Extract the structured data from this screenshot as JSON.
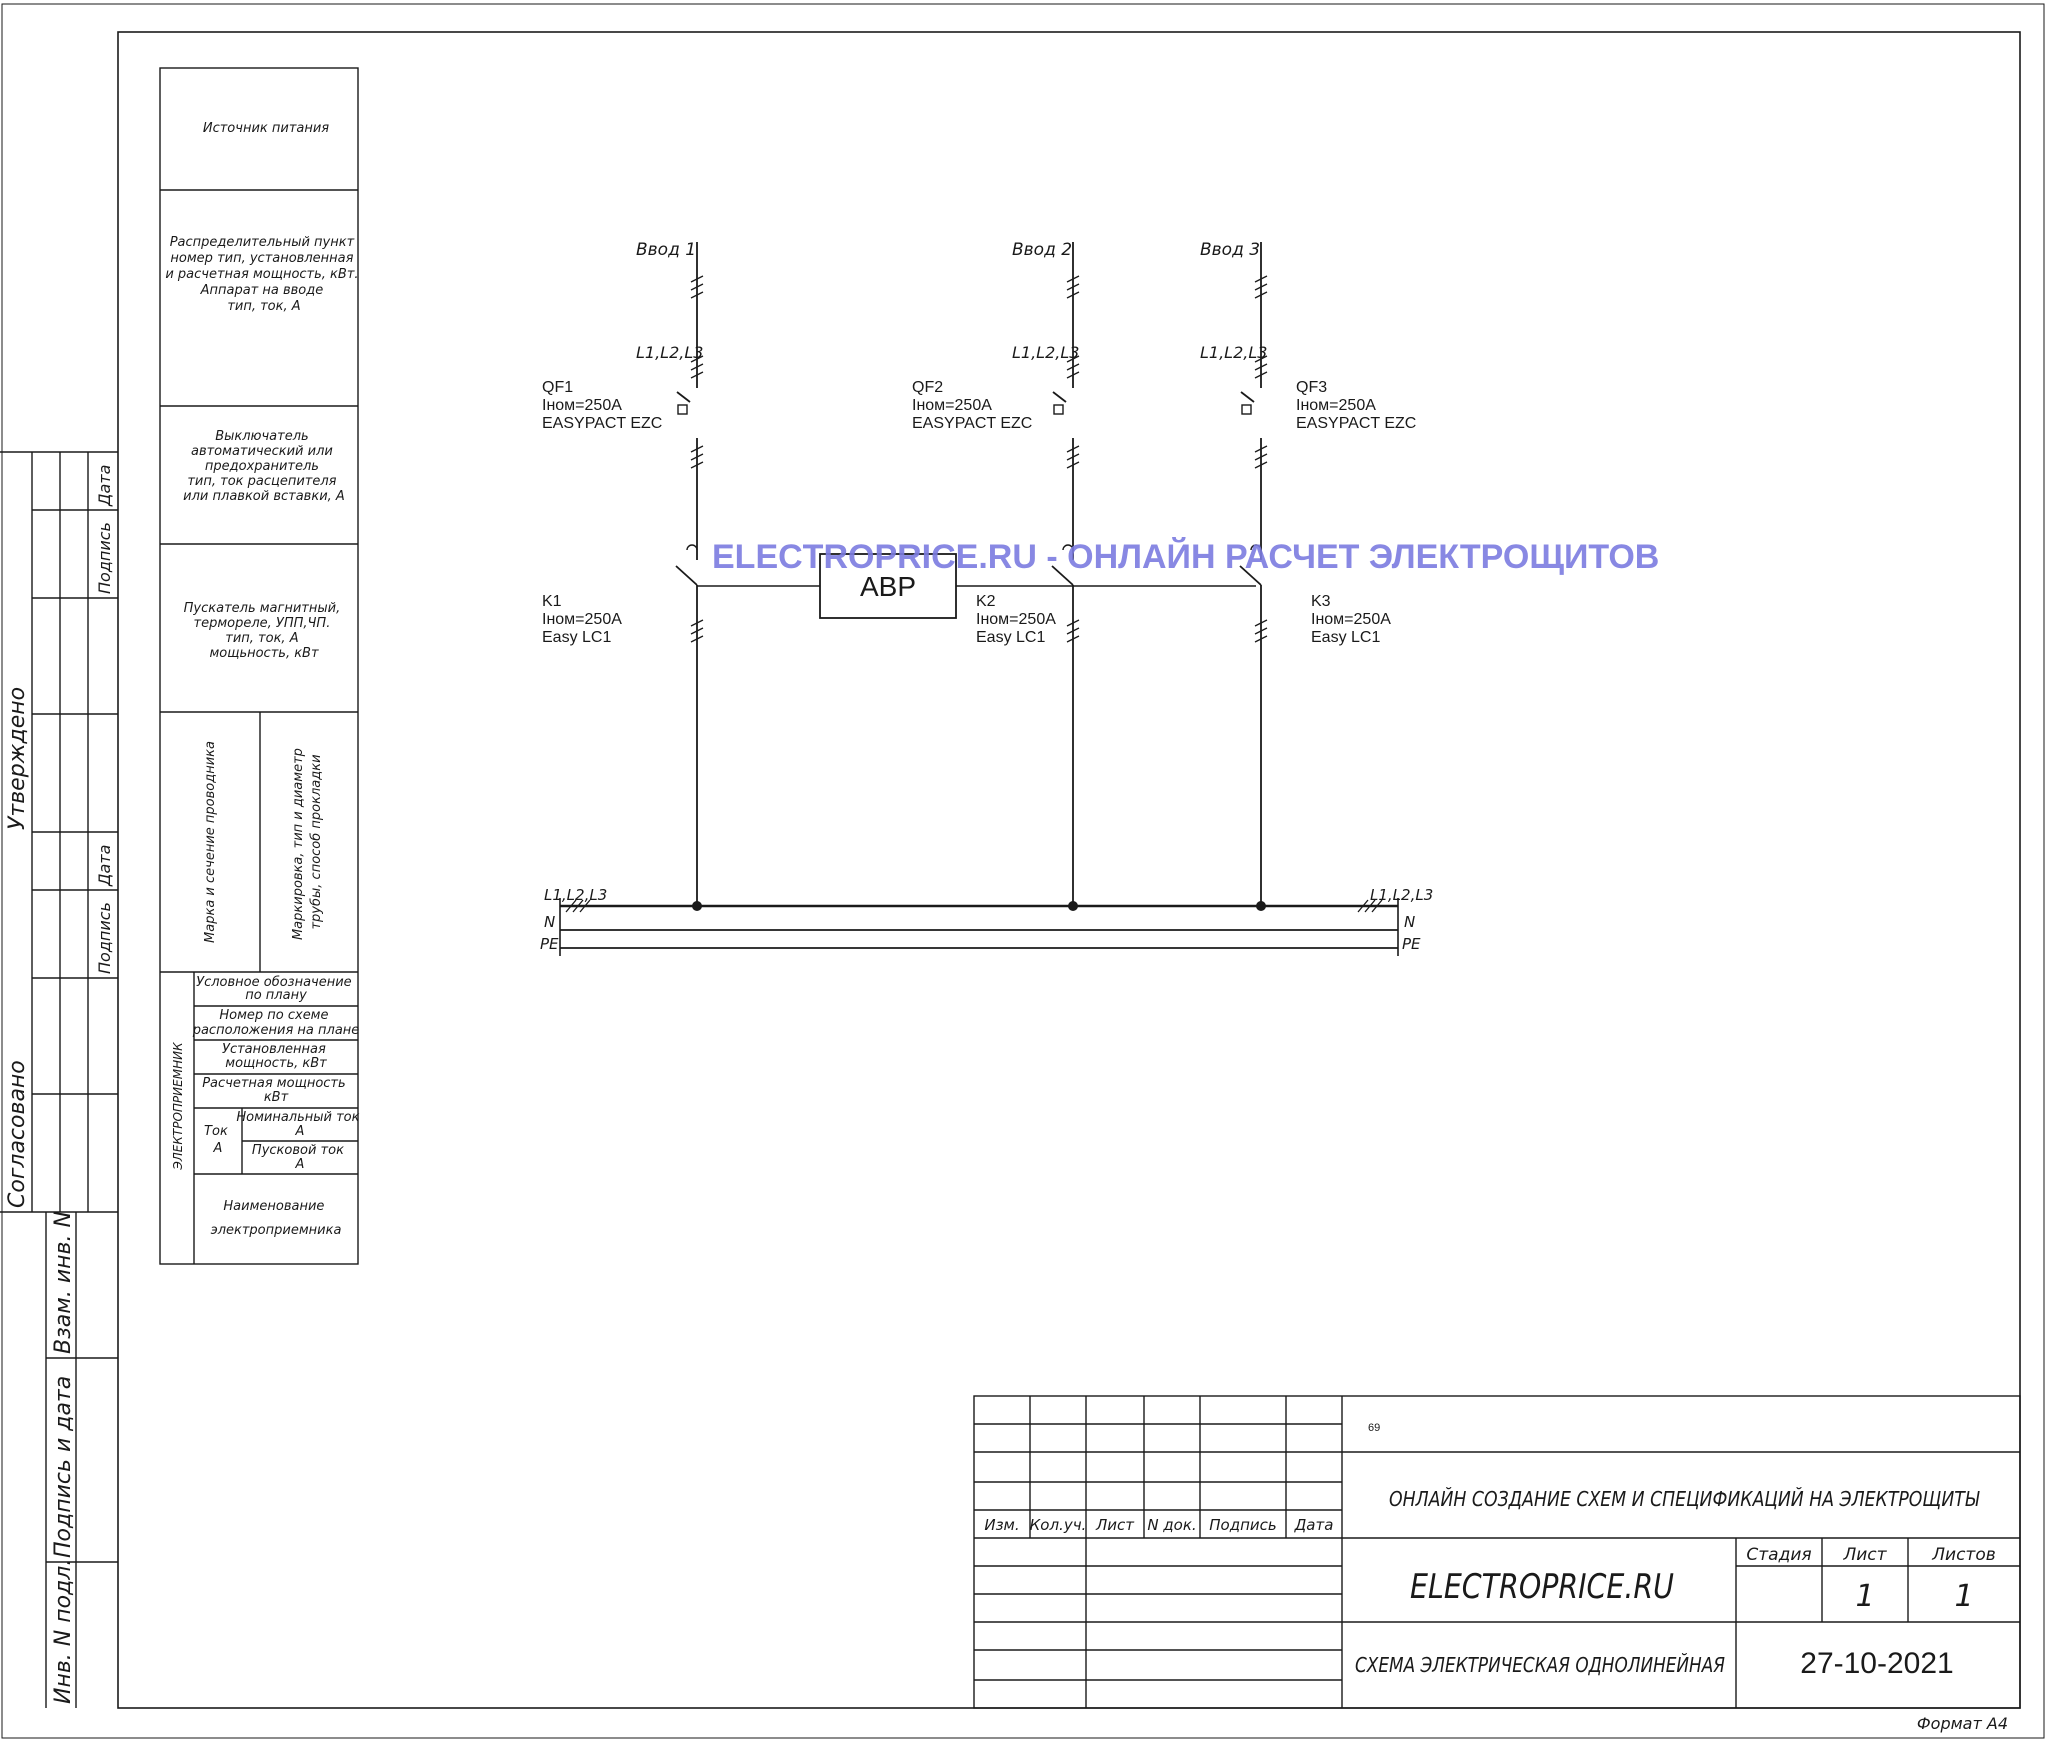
{
  "left_table": {
    "rows": [
      [
        "Источник питания"
      ],
      [
        "Распределительный пункт",
        "номер тип, установленная",
        "и расчетная мощность, кВт.",
        "Аппарат на вводе",
        "тип, ток, А"
      ],
      [
        "Выключатель",
        "автоматический или",
        "предохранитель",
        "тип, ток расцепителя",
        "или плавкой вставки, А"
      ],
      [
        "Пускатель магнитный,",
        "термореле, УПП,ЧП.",
        "тип, ток, А",
        "мощьность, кВт"
      ]
    ],
    "wire_grade": "Марка и сечение проводника",
    "wire_marking": [
      "Маркировка, тип и диаметр",
      "трубы, способ прокладки"
    ],
    "consumer_header": "ЭЛЕКТРОПРИЕМНИК",
    "consumer_rows": [
      [
        "Условное обозначение",
        "по плану"
      ],
      [
        "Номер по схеме",
        "расположения на плане"
      ],
      [
        "Установленная",
        "мощность, кВт"
      ],
      [
        "Расчетная мощность",
        "кВт"
      ]
    ],
    "current_label": [
      "Ток",
      "А"
    ],
    "nominal_current": [
      "Номинальный ток",
      "А"
    ],
    "start_current": [
      "Пусковой ток",
      "А"
    ],
    "consumer_name": [
      "Наименование",
      "электроприемника"
    ]
  },
  "side_stamp": {
    "approved": "Утверждено",
    "agreed": "Согласовано",
    "signature": "Подпись",
    "date": "Дата",
    "replace_inv": "Взам. инв. N",
    "sign_date": "Подпись и дата",
    "inv_orig": "Инв. N подл."
  },
  "inputs": [
    {
      "name": "Ввод 1",
      "phases": "L1,L2,L3",
      "breaker": "QF1",
      "breaker_current": "Iном=250А",
      "breaker_model": "EASYPACT EZC",
      "contactor": "K1",
      "contactor_current": "Iном=250А",
      "contactor_model": "Easy LC1"
    },
    {
      "name": "Ввод 2",
      "phases": "L1,L2,L3",
      "breaker": "QF2",
      "breaker_current": "Iном=250А",
      "breaker_model": "EASYPACT EZC",
      "contactor": "K2",
      "contactor_current": "Iном=250А",
      "contactor_model": "Easy LC1"
    },
    {
      "name": "Ввод 3",
      "phases": "L1,L2,L3",
      "breaker": "QF3",
      "breaker_current": "Iном=250А",
      "breaker_model": "EASYPACT EZC",
      "contactor": "K3",
      "contactor_current": "Iном=250А",
      "contactor_model": "Easy LC1"
    }
  ],
  "ats_label": "АВР",
  "bus": {
    "phases": "L1,L2,L3",
    "neutral": "N",
    "protective": "PE"
  },
  "watermark": "ELECTROPRICE.RU - ОНЛАЙН РАСЧЕТ ЭЛЕКТРОЩИТОВ",
  "title_block": {
    "sheet_number": "69",
    "headers": [
      "Изм.",
      "Кол.уч.",
      "Лист",
      "N док.",
      "Подпись",
      "Дата"
    ],
    "project": "ОНЛАЙН СОЗДАНИЕ СХЕМ И СПЕЦИФИКАЦИЙ НА ЭЛЕКТРОЩИТЫ",
    "company": "ELECTROPRICE.RU",
    "stage_label": "Стадия",
    "sheet_label": "Лист",
    "sheets_label": "Листов",
    "sheet_value": "1",
    "sheets_value": "1",
    "drawing": "СХЕМА ЭЛЕКТРИЧЕСКАЯ ОДНОЛИНЕЙНАЯ",
    "date": "27-10-2021"
  },
  "format": "Формат А4"
}
